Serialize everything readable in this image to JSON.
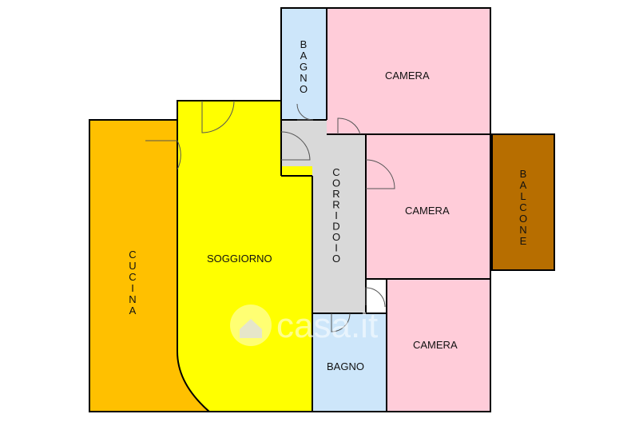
{
  "rooms": {
    "bagno_top": "BAGNO",
    "camera_top": "CAMERA",
    "camera_mid": "CAMERA",
    "camera_bottom": "CAMERA",
    "balcone": "BALCONE",
    "corridoio": "CORRIDOIO",
    "soggiorno": "SOGGIORNO",
    "cucina": "CUCINA",
    "bagno_bottom": "BAGNO"
  },
  "watermark": "casa.it",
  "colors": {
    "camera": "#ffccd9",
    "bagno": "#cde6fa",
    "balcone": "#b76e00",
    "corridoio": "#d9d9d9",
    "soggiorno": "#ffff00",
    "cucina": "#ffc000",
    "wall": "#000000"
  }
}
